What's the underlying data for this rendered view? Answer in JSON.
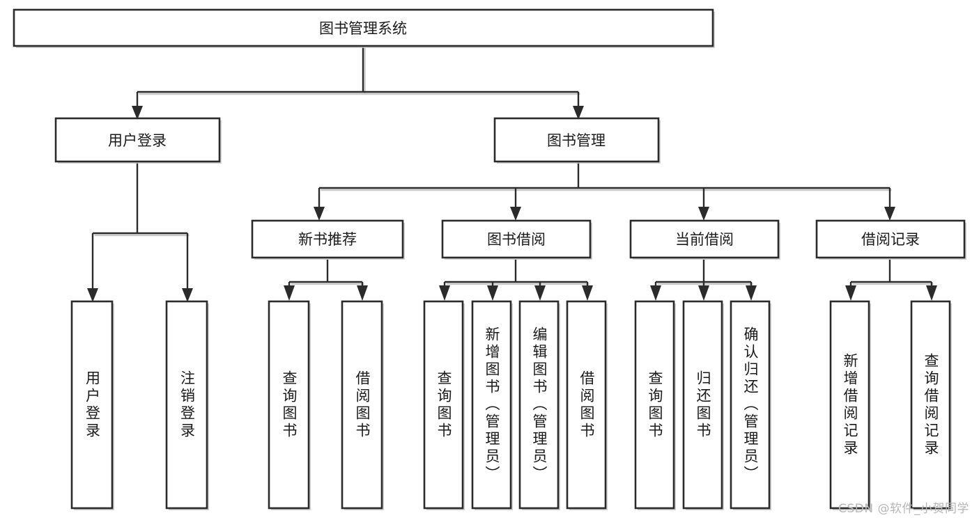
{
  "diagram": {
    "title": "图书管理系统",
    "type": "tree",
    "watermark": "CSDN @软件_小贺同学",
    "colors": {
      "box_fill": "#ffffff",
      "box_stroke": "#2b2b2b",
      "shadow": "#c9c9c9",
      "text": "#1a1a1a",
      "watermark": "#b6b6b6",
      "background": "#ffffff"
    },
    "levels": {
      "root": "图书管理系统",
      "level1": [
        "用户登录",
        "图书管理"
      ],
      "level2": [
        "新书推荐",
        "图书借阅",
        "当前借阅",
        "借阅记录"
      ]
    },
    "nodes": {
      "root": {
        "label": "图书管理系统",
        "orientation": "horizontal"
      },
      "user_login": {
        "label": "用户登录",
        "orientation": "horizontal"
      },
      "book_manage": {
        "label": "图书管理",
        "orientation": "horizontal"
      },
      "new_book_rec": {
        "label": "新书推荐",
        "orientation": "horizontal"
      },
      "book_borrow": {
        "label": "图书借阅",
        "orientation": "horizontal"
      },
      "current_borrow": {
        "label": "当前借阅",
        "orientation": "horizontal"
      },
      "borrow_record": {
        "label": "借阅记录",
        "orientation": "horizontal"
      },
      "leaf_user_login": {
        "label": "用户登录",
        "orientation": "vertical"
      },
      "leaf_logout": {
        "label": "注销登录",
        "orientation": "vertical"
      },
      "leaf_query_book_a": {
        "label": "查询图书",
        "orientation": "vertical"
      },
      "leaf_borrow_book_a": {
        "label": "借阅图书",
        "orientation": "vertical"
      },
      "leaf_query_book_b": {
        "label": "查询图书",
        "orientation": "vertical"
      },
      "leaf_add_book": {
        "label": "新增图书（管理员）",
        "orientation": "vertical"
      },
      "leaf_edit_book": {
        "label": "编辑图书（管理员）",
        "orientation": "vertical"
      },
      "leaf_borrow_book_b": {
        "label": "借阅图书",
        "orientation": "vertical"
      },
      "leaf_query_book_c": {
        "label": "查询图书",
        "orientation": "vertical"
      },
      "leaf_return_book": {
        "label": "归还图书",
        "orientation": "vertical"
      },
      "leaf_confirm_return": {
        "label": "确认归还（管理员）",
        "orientation": "vertical"
      },
      "leaf_add_record": {
        "label": "新增借阅记录",
        "orientation": "vertical"
      },
      "leaf_query_record": {
        "label": "查询借阅记录",
        "orientation": "vertical"
      }
    },
    "edges": [
      {
        "from": "root",
        "to": "用户登录"
      },
      {
        "from": "root",
        "to": "图书管理"
      },
      {
        "from": "用户登录",
        "to": "用户登录(叶)"
      },
      {
        "from": "用户登录",
        "to": "注销登录"
      },
      {
        "from": "图书管理",
        "to": "新书推荐"
      },
      {
        "from": "图书管理",
        "to": "图书借阅"
      },
      {
        "from": "图书管理",
        "to": "当前借阅"
      },
      {
        "from": "图书管理",
        "to": "借阅记录"
      },
      {
        "from": "新书推荐",
        "to": "查询图书"
      },
      {
        "from": "新书推荐",
        "to": "借阅图书"
      },
      {
        "from": "图书借阅",
        "to": "查询图书"
      },
      {
        "from": "图书借阅",
        "to": "新增图书（管理员）"
      },
      {
        "from": "图书借阅",
        "to": "编辑图书（管理员）"
      },
      {
        "from": "图书借阅",
        "to": "借阅图书"
      },
      {
        "from": "当前借阅",
        "to": "查询图书"
      },
      {
        "from": "当前借阅",
        "to": "归还图书"
      },
      {
        "from": "当前借阅",
        "to": "确认归还（管理员）"
      },
      {
        "from": "借阅记录",
        "to": "新增借阅记录"
      },
      {
        "from": "借阅记录",
        "to": "查询借阅记录"
      }
    ]
  }
}
